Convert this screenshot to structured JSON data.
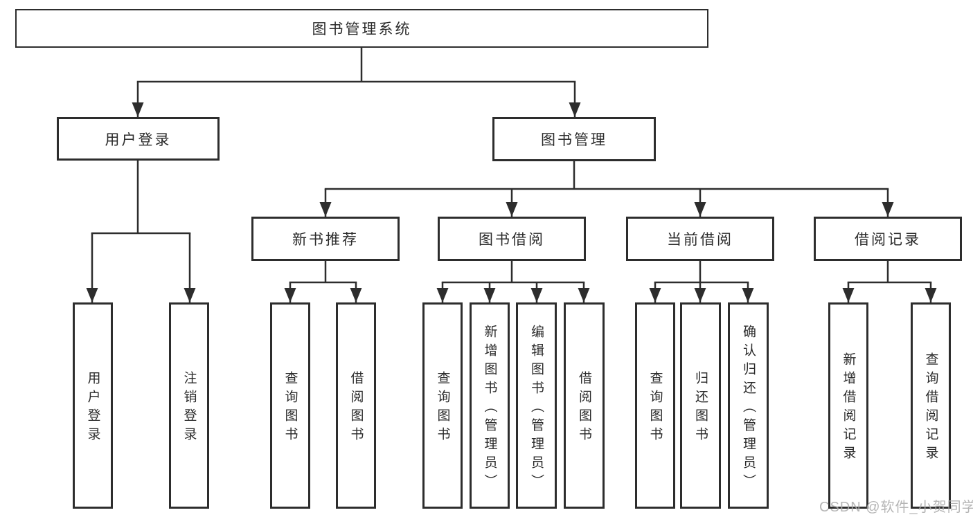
{
  "tree": {
    "label": "图书管理系统",
    "children": [
      {
        "label": "用户登录",
        "children": [
          {
            "label": "用户登录"
          },
          {
            "label": "注销登录"
          }
        ]
      },
      {
        "label": "图书管理",
        "children": [
          {
            "label": "新书推荐",
            "children": [
              {
                "label": "查询图书"
              },
              {
                "label": "借阅图书"
              }
            ]
          },
          {
            "label": "图书借阅",
            "children": [
              {
                "label": "查询图书"
              },
              {
                "label": "新增图书（管理员）"
              },
              {
                "label": "编辑图书（管理员）"
              },
              {
                "label": "借阅图书"
              }
            ]
          },
          {
            "label": "当前借阅",
            "children": [
              {
                "label": "查询图书"
              },
              {
                "label": "归还图书"
              },
              {
                "label": "确认归还（管理员）"
              }
            ]
          },
          {
            "label": "借阅记录",
            "children": [
              {
                "label": "新增借阅记录"
              },
              {
                "label": "查询借阅记录"
              }
            ]
          }
        ]
      }
    ]
  },
  "watermark": "CSDN @软件_小贺同学",
  "colors": {
    "line": "#2d2d2d",
    "box_border": "#2d2d2d",
    "text": "#2a2a2a",
    "background": "#ffffff",
    "watermark": "#acacac"
  }
}
